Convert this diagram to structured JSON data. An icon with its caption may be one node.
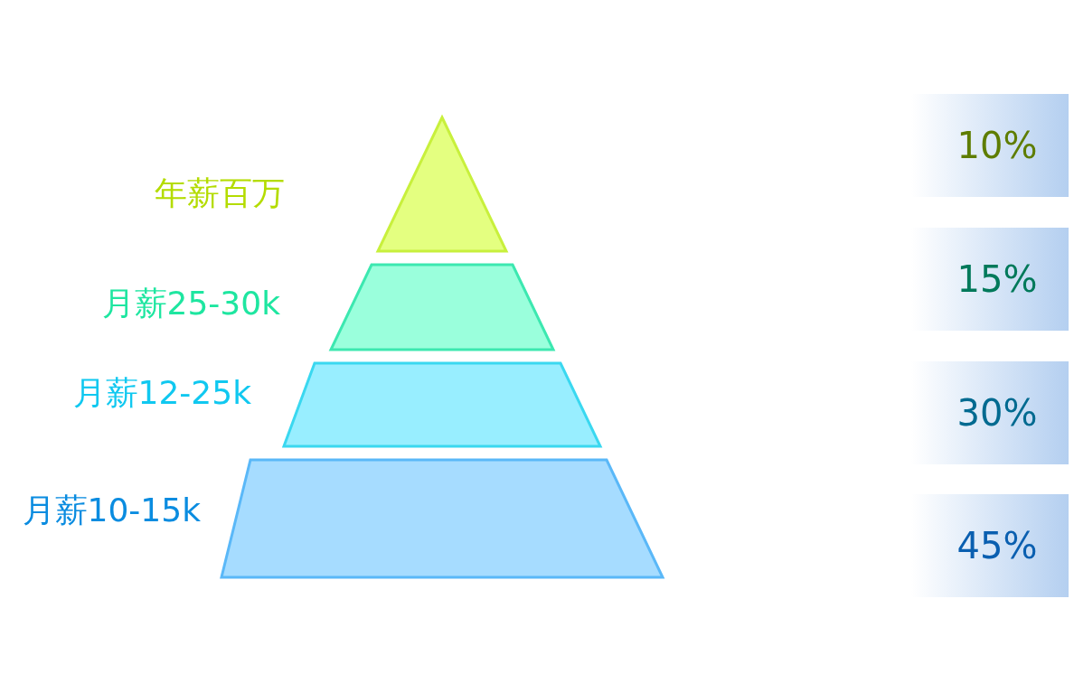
{
  "diagram": {
    "nodes": [
      {
        "text": [],
        "shape": "triangle",
        "beside": [
          "年薪百万"
        ]
      },
      {
        "text": [],
        "shape": "trapezoid",
        "beside": [
          "月薪25-30k"
        ]
      },
      {
        "text": [],
        "shape": "trapezoid",
        "beside": [
          "月薪12-25k"
        ]
      },
      {
        "text": [],
        "shape": "trapezoid",
        "beside": [
          "月薪10-15k"
        ]
      },
      {
        "text": [
          "10%"
        ]
      },
      {
        "text": [
          "15%"
        ]
      },
      {
        "text": [
          "30%"
        ]
      },
      {
        "text": [
          "45%"
        ]
      }
    ]
  }
}
